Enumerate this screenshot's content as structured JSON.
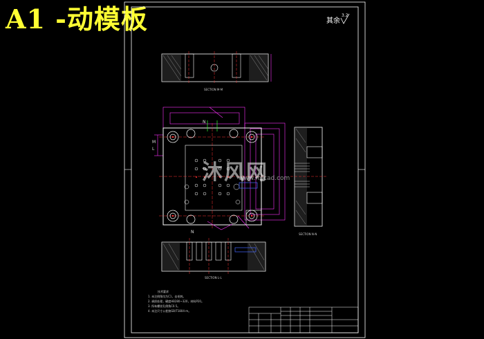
{
  "title": "A1 -动模板",
  "roughness": {
    "symbol_text": "其余",
    "value": "3.2"
  },
  "sections": {
    "mm": "SECTION M-M",
    "nn": "SECTION N-N",
    "ll": "SECTION L-L"
  },
  "dim_labels": {
    "n_top": "N",
    "n_bottom": "N",
    "m_left": "M",
    "l_left": "L"
  },
  "notes": {
    "heading": "技术要求",
    "lines": [
      "1. 未注倒角均为C1，去毛刺。",
      "2. 调质处理，硬度HB280~320，材料P20。",
      "3. 所有螺纹孔倒角C0.5。",
      "4. 未注尺寸公差按GB/T1804-m。"
    ]
  },
  "watermark": {
    "name": "沐风网",
    "url": "www.mfcad.com"
  },
  "colors": {
    "outline": "#ffffff",
    "magenta": "#ff33ff",
    "yellow": "#ffff33",
    "red": "#ff3333",
    "green": "#33ff33",
    "cyan": "#33ffff",
    "blue": "#4466ff"
  }
}
